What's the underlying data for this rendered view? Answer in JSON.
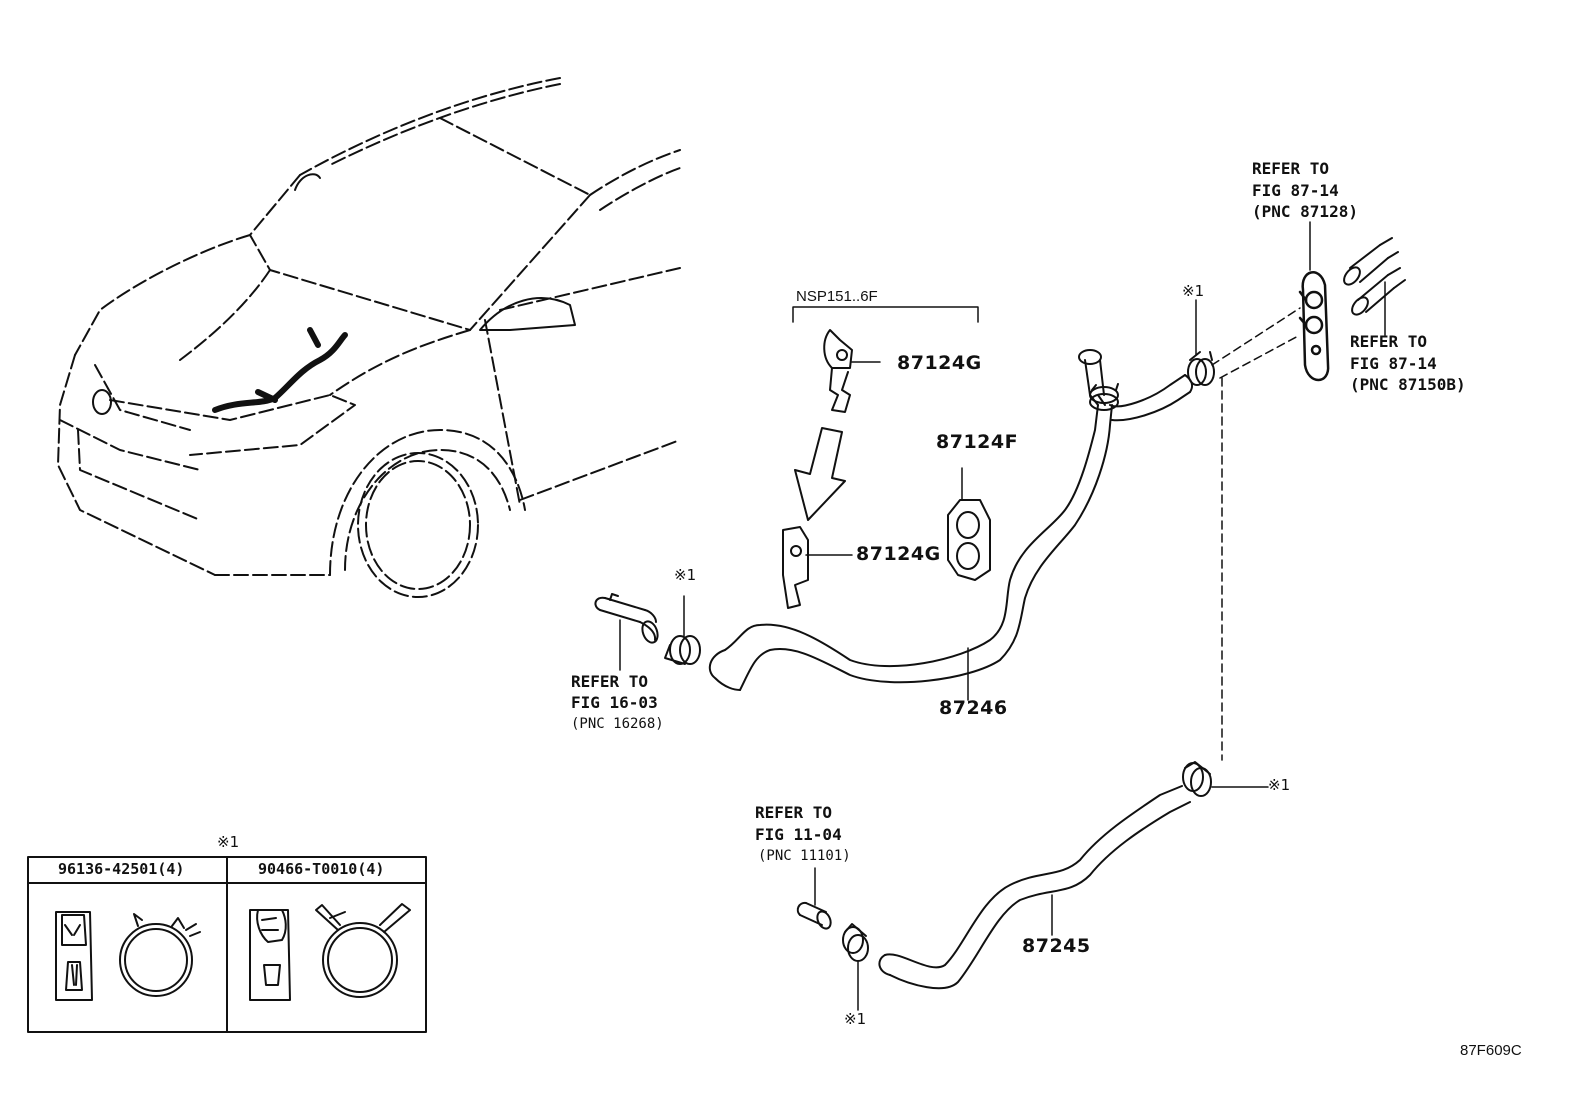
{
  "diagram_code": "87F609C",
  "clip_mark": "※1",
  "nsp_label": "NSP151..6F",
  "parts": {
    "bracket_upper": "87124G",
    "bracket_lower": "87124G",
    "clamp_block": "87124F",
    "hose_upper": "87246",
    "hose_lower": "87245"
  },
  "references": {
    "valve_fig": {
      "line1": "REFER TO",
      "line2": "FIG 87-14",
      "line3": "(PNC 87128)"
    },
    "pipe_fig": {
      "line1": "REFER TO",
      "line2": "FIG 87-14",
      "line3": "(PNC 87150B)"
    },
    "engine_fig": {
      "line1": "REFER TO",
      "line2": "FIG 16-03",
      "line3": "(PNC 16268)"
    },
    "block_fig": {
      "line1": "REFER TO",
      "line2": "FIG 11-04",
      "line3": "(PNC 11101)"
    }
  },
  "clip_table": {
    "mark": "※1",
    "col1_header": "96136-42501(4)",
    "col2_header": "90466-T0010(4)"
  },
  "colors": {
    "ink": "#111111",
    "background": "#ffffff"
  }
}
